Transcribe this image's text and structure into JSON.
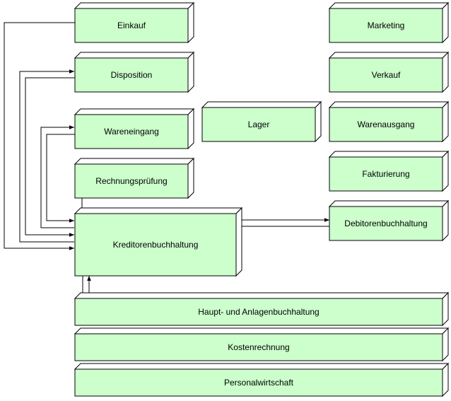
{
  "modules": [
    {
      "id": "einkauf",
      "label": "Einkauf"
    },
    {
      "id": "disposition",
      "label": "Disposition"
    },
    {
      "id": "wareneingang",
      "label": "Wareneingang"
    },
    {
      "id": "rechnungspruefung",
      "label": "Rechnungsprüfung"
    },
    {
      "id": "kreditorenbuchhaltung",
      "label": "Kreditorenbuchhaltung"
    },
    {
      "id": "lager",
      "label": "Lager"
    },
    {
      "id": "marketing",
      "label": "Marketing"
    },
    {
      "id": "verkauf",
      "label": "Verkauf"
    },
    {
      "id": "warenausgang",
      "label": "Warenausgang"
    },
    {
      "id": "fakturierung",
      "label": "Fakturierung"
    },
    {
      "id": "debitorenbuchhaltung",
      "label": "Debitorenbuchhaltung"
    },
    {
      "id": "hauptbuchhaltung",
      "label": "Haupt- und Anlagenbuchhaltung"
    },
    {
      "id": "kostenrechnung",
      "label": "Kostenrechnung"
    },
    {
      "id": "personalwirtschaft",
      "label": "Personalwirtschaft"
    }
  ],
  "colors": {
    "box_fill": "#ccffcc",
    "box_stroke": "#000000",
    "line": "#000000"
  }
}
